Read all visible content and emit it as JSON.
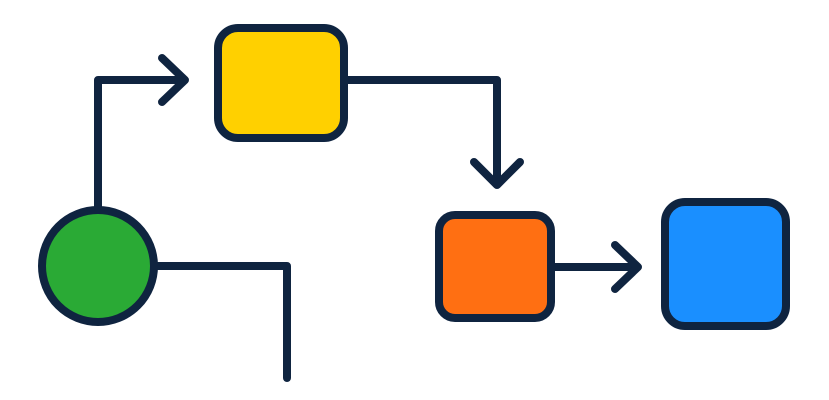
{
  "diagram": {
    "colors": {
      "stroke": "#0f2440",
      "start_node": "#2aaa35",
      "step_1": "#ffd000",
      "step_2": "#ff6f12",
      "step_3": "#1a8fff",
      "background": "#ffffff"
    },
    "nodes": [
      {
        "id": "start",
        "shape": "circle",
        "color_key": "start_node"
      },
      {
        "id": "step-1",
        "shape": "rounded-square",
        "color_key": "step_1"
      },
      {
        "id": "step-2",
        "shape": "rounded-square",
        "color_key": "step_2"
      },
      {
        "id": "step-3",
        "shape": "rounded-square",
        "color_key": "step_3"
      }
    ],
    "edges": [
      {
        "from": "start",
        "to": "step-1",
        "arrow": true
      },
      {
        "from": "step-1",
        "to": "step-2",
        "arrow": true
      },
      {
        "from": "step-2",
        "to": "step-3",
        "arrow": true
      },
      {
        "from": "start",
        "to": "offscreen",
        "arrow": false
      }
    ]
  }
}
